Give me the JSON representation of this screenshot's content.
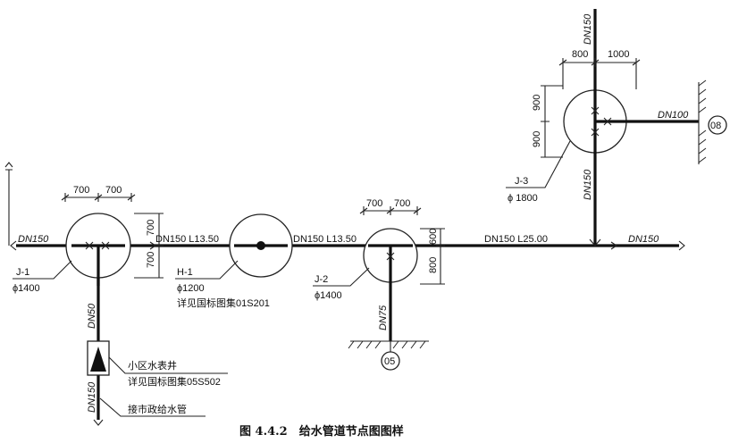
{
  "labels": {
    "dn150_left": "DN150",
    "j1_dim_a": "700",
    "j1_dim_b": "700",
    "j1_vdim_a": "700",
    "j1_vdim_b": "700",
    "j1_name": "J-1",
    "j1_dia": "ϕ1400",
    "dn50_lower": "DN50",
    "dn150_lower": "DN150",
    "meter_well": "小区水表井",
    "meter_ref": "详见国标图集05S502",
    "connect_main": "接市政给水管",
    "seg1": "DN150 L13.50",
    "h1_name": "H-1",
    "h1_dia": "ϕ1200",
    "h1_ref": "详见国标图集01S201",
    "seg2": "DN150 L13.50",
    "j2_dim_a": "700",
    "j2_dim_b": "700",
    "j2_vdim_a": "600",
    "j2_vdim_b": "800",
    "j2_name": "J-2",
    "j2_dia": "ϕ1400",
    "dn75": "DN75",
    "node_05": "05",
    "seg3": "DN150 L25.00",
    "dn150_right": "DN150",
    "j3_dn150_top": "DN150",
    "j3_dim_a": "800",
    "j3_dim_b": "1000",
    "j3_vdim_a": "900",
    "j3_vdim_b": "900",
    "j3_dn100": "DN100",
    "node_08": "08",
    "j3_dn150_vert": "DN150",
    "j3_name": "J-3",
    "j3_dia": "ϕ 1800",
    "caption": "图 4.4.2　给水管道节点图图样"
  }
}
